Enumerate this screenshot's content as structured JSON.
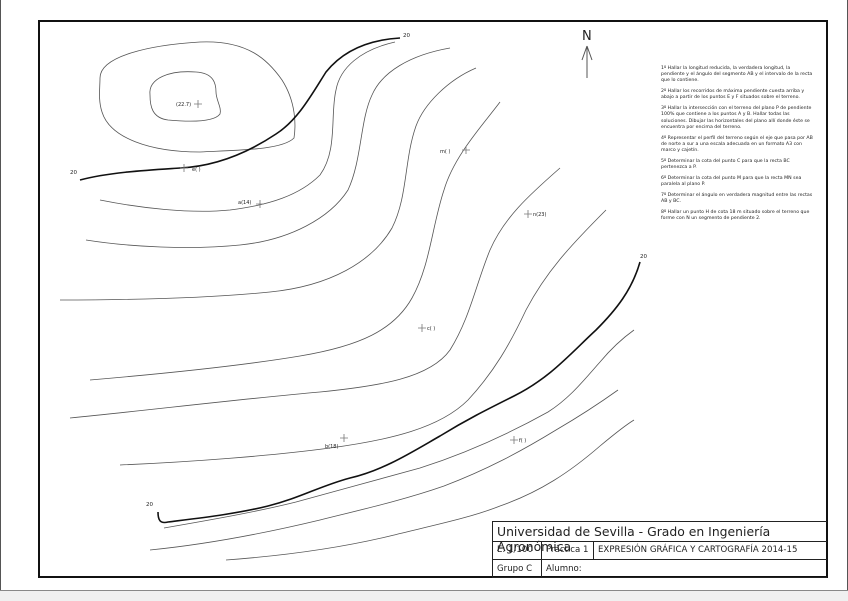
{
  "north_label": "N",
  "contours": {
    "label_a": "20",
    "label_b": "20",
    "label_c": "20",
    "label_d": "20"
  },
  "points": [
    {
      "id": "p227",
      "label": "(22.7)"
    },
    {
      "id": "pe",
      "label": "e(    )"
    },
    {
      "id": "pa",
      "label": "a(14)"
    },
    {
      "id": "pm",
      "label": "m(    )"
    },
    {
      "id": "pn",
      "label": "n(23)"
    },
    {
      "id": "pc",
      "label": "c(    )"
    },
    {
      "id": "pb",
      "label": "b(18)"
    },
    {
      "id": "pf",
      "label": "f(    )"
    }
  ],
  "instructions": [
    "1º Hallar la longitud reducida, la verdadera longitud, la pendiente y el ángulo del segmento AB y el intervalo de la recta que lo contiene.",
    "2º Hallar los recorridos de máxima pendiente cuesta arriba y abajo a partir de los puntos E y F situados sobre el terreno.",
    "3º Hallar la intersección con el terreno del plano P de pendiente 100% que contiene a los puntos A y B. Hallar todas las soluciones. Dibujar las horizontales del plano allí donde éste se encuentra por encima del terreno.",
    "4º Representar el perfil del terreno según el eje que pasa por AB de norte a sur a una escala adecuada en un formato A3 con marco y cajetín.",
    "5º Determinar la cota del punto C para que la recta BC pertenezca a P.",
    "6º Determinar la cota del punto M para que la recta MN sea paralela al plano P.",
    "7º Determinar el ángulo en verdadera magnitud entre las rectas AB y BC.",
    "8º Hallar un punto H de cota 18 m situado sobre el terreno que forme con N un segmento de pendiente 2."
  ],
  "title_block": {
    "university": "Universidad de Sevilla - Grado en Ingeniería Agronómica",
    "scale": "E: 1/100",
    "practice": "Práctica 1",
    "course": "EXPRESIÓN GRÁFICA Y CARTOGRAFÍA 2014-15",
    "group": "Grupo C",
    "student_label": "Alumno:"
  }
}
